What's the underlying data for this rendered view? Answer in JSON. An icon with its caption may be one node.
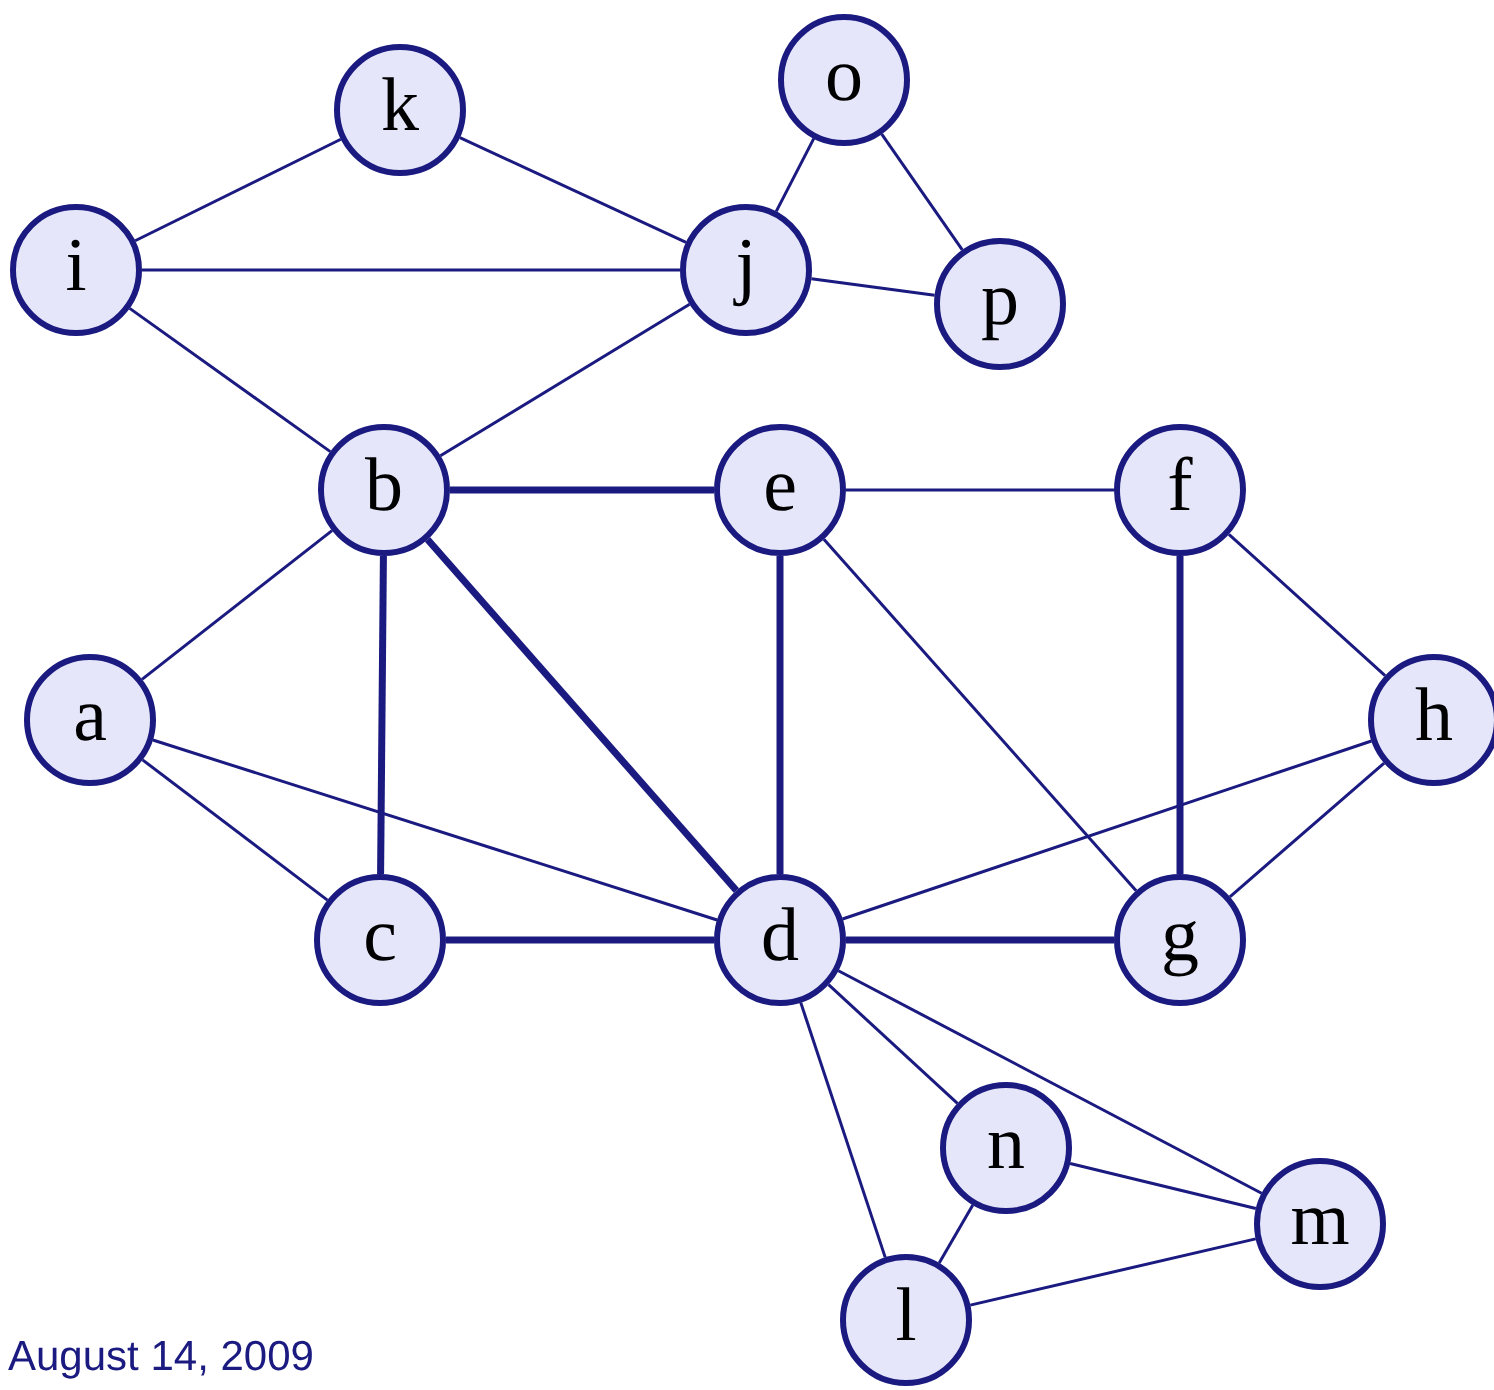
{
  "diagram": {
    "nodes": [
      {
        "text": [
          "k"
        ]
      },
      {
        "text": [
          "o"
        ]
      },
      {
        "text": [
          "i"
        ]
      },
      {
        "text": [
          "j"
        ]
      },
      {
        "text": [
          "p"
        ]
      },
      {
        "text": [
          "b"
        ]
      },
      {
        "text": [
          "e"
        ]
      },
      {
        "text": [
          "f"
        ]
      },
      {
        "text": [
          "a"
        ]
      },
      {
        "text": [
          "h"
        ]
      },
      {
        "text": [
          "c"
        ]
      },
      {
        "text": [
          "d"
        ]
      },
      {
        "text": [
          "g"
        ]
      },
      {
        "text": [
          "n"
        ]
      },
      {
        "text": [
          "m"
        ]
      },
      {
        "text": [
          "l"
        ]
      }
    ],
    "edges": [
      {
        "from": 2,
        "to": 0,
        "arrow": "none"
      },
      {
        "from": 0,
        "to": 3,
        "arrow": "none"
      },
      {
        "from": 2,
        "to": 3,
        "arrow": "none"
      },
      {
        "from": 2,
        "to": 5,
        "arrow": "none"
      },
      {
        "from": 3,
        "to": 5,
        "arrow": "none"
      },
      {
        "from": 3,
        "to": 1,
        "arrow": "none"
      },
      {
        "from": 1,
        "to": 4,
        "arrow": "none"
      },
      {
        "from": 3,
        "to": 4,
        "arrow": "none"
      },
      {
        "from": 5,
        "to": 8,
        "arrow": "none"
      },
      {
        "from": 5,
        "to": 6,
        "arrow": "none",
        "style": "thick"
      },
      {
        "from": 5,
        "to": 10,
        "arrow": "none",
        "style": "thick"
      },
      {
        "from": 5,
        "to": 11,
        "arrow": "none",
        "style": "thick"
      },
      {
        "from": 6,
        "to": 7,
        "arrow": "none"
      },
      {
        "from": 6,
        "to": 11,
        "arrow": "none",
        "style": "thick"
      },
      {
        "from": 6,
        "to": 12,
        "arrow": "none"
      },
      {
        "from": 7,
        "to": 12,
        "arrow": "none",
        "style": "thick"
      },
      {
        "from": 7,
        "to": 9,
        "arrow": "none"
      },
      {
        "from": 8,
        "to": 10,
        "arrow": "none"
      },
      {
        "from": 8,
        "to": 11,
        "arrow": "none"
      },
      {
        "from": 10,
        "to": 11,
        "arrow": "none",
        "style": "thick"
      },
      {
        "from": 11,
        "to": 9,
        "arrow": "none"
      },
      {
        "from": 11,
        "to": 12,
        "arrow": "none",
        "style": "thick"
      },
      {
        "from": 12,
        "to": 9,
        "arrow": "none"
      },
      {
        "from": 11,
        "to": 13,
        "arrow": "none"
      },
      {
        "from": 11,
        "to": 14,
        "arrow": "none"
      },
      {
        "from": 11,
        "to": 15,
        "arrow": "none"
      },
      {
        "from": 13,
        "to": 14,
        "arrow": "none"
      },
      {
        "from": 13,
        "to": 15,
        "arrow": "none"
      },
      {
        "from": 15,
        "to": 14,
        "arrow": "none"
      }
    ],
    "labels": [
      "August 14, 2009"
    ]
  }
}
